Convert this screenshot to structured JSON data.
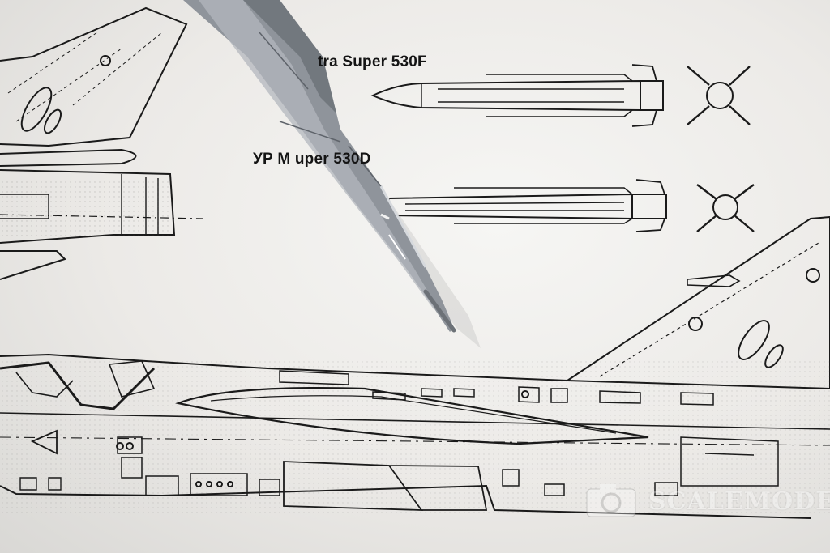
{
  "scene": {
    "subject": "Scale model part resting on an aircraft drawing sheet",
    "colors": {
      "paper": "#f2f2f0",
      "ink": "#1b1b1b",
      "model": "#8e939a",
      "shadow": "#b9b8b6"
    }
  },
  "labels": {
    "missile_top": "tra Super 530F",
    "missile_bottom": "УР М   uper 530D"
  },
  "watermark": {
    "text": "SCALEMODELS",
    "icon": "camera-icon"
  }
}
